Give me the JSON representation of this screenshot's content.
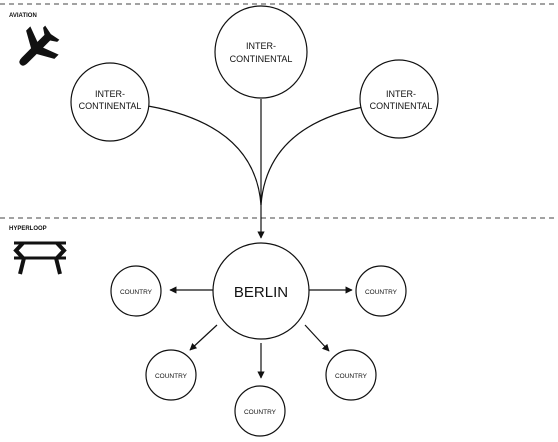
{
  "sections": {
    "aviation": {
      "label": "AVIATION",
      "icon": "airplane-icon"
    },
    "hyperloop": {
      "label": "HYPERLOOP",
      "icon": "hyperloop-icon"
    }
  },
  "aviation_nodes": [
    {
      "lines": [
        "INTER-",
        "CONTINENTAL"
      ]
    },
    {
      "lines": [
        "INTER-",
        "CONTINENTAL"
      ]
    },
    {
      "lines": [
        "INTER-",
        "CONTINENTAL"
      ]
    }
  ],
  "hub": {
    "label": "BERLIN"
  },
  "country_nodes": [
    {
      "label": "COUNTRY"
    },
    {
      "label": "COUNTRY"
    },
    {
      "label": "COUNTRY"
    },
    {
      "label": "COUNTRY"
    },
    {
      "label": "COUNTRY"
    }
  ]
}
